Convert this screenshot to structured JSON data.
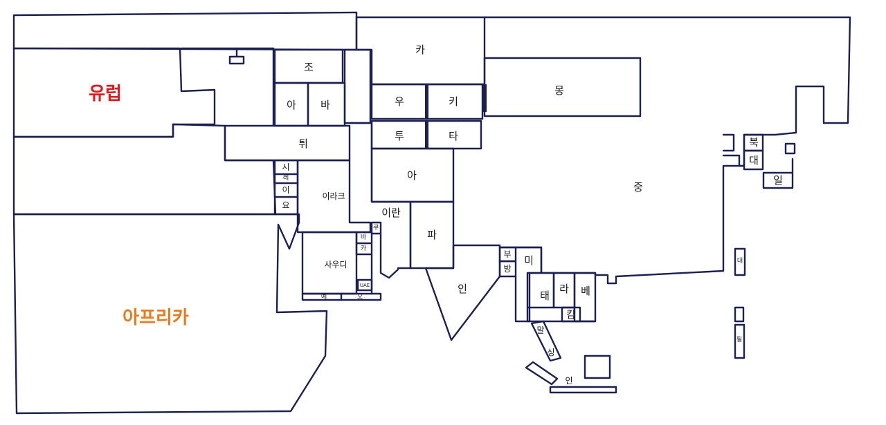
{
  "colors": {
    "outline": "#1b2050",
    "europe": "#e0191e",
    "africa": "#e87a1c",
    "text": "#1a1a1a"
  },
  "regions": {
    "europe": "유럽",
    "africa": "아프리카"
  },
  "labels": {
    "joseon": "조",
    "armenia": "아",
    "azerbaijan": "바",
    "turkey": "튀",
    "syria": "시",
    "lebanon": "레",
    "israel": "이",
    "jordan": "요",
    "iraq": "이라크",
    "saudi": "사우디",
    "bahrain": "바",
    "qatar": "카",
    "kuwait": "쿠",
    "uae": "UAE",
    "yemen": "예",
    "oman": "오",
    "kazakhstan": "카",
    "uzbekistan": "우",
    "kyrgyzstan": "키",
    "turkmenistan": "투",
    "tajikistan": "타",
    "afghanistan": "아",
    "iran": "이란",
    "pakistan": "파",
    "india": "인",
    "mongolia": "몽",
    "china": "중",
    "north_korea": "북",
    "south_korea": "대",
    "japan": "일",
    "bhutan": "부",
    "bangladesh": "방",
    "myanmar": "미",
    "thailand": "태",
    "laos": "라",
    "vietnam": "베",
    "cambodia": "캄",
    "malaysia": "말",
    "singapore": "싱",
    "indonesia": "인",
    "taiwan": "대",
    "philippines": "필"
  }
}
